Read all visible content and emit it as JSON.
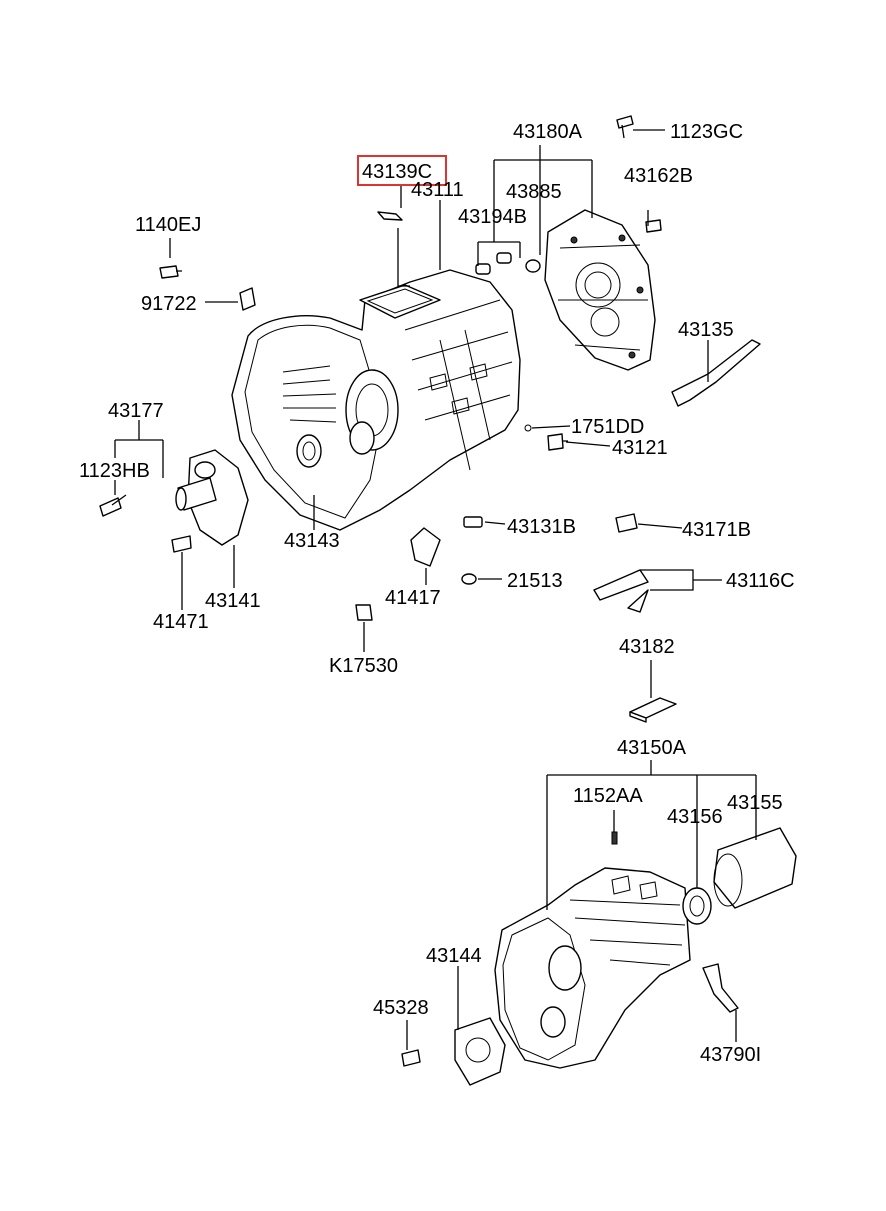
{
  "highlight_color": "#e0322f",
  "parts": {
    "p43180A": "43180A",
    "p1123GC": "1123GC",
    "p43139C": "43139C",
    "p43111": "43111",
    "p43885": "43885",
    "p43162B": "43162B",
    "p1140EJ": "1140EJ",
    "p43194B": "43194B",
    "p91722": "91722",
    "p43135": "43135",
    "p43177": "43177",
    "p1751DD": "1751DD",
    "p43121": "43121",
    "p1123HB": "1123HB",
    "p43131B": "43131B",
    "p43171B": "43171B",
    "p43143": "43143",
    "p21513": "21513",
    "p43116C": "43116C",
    "p41417": "41417",
    "p43141": "43141",
    "p41471": "41471",
    "pK17530": "K17530",
    "p43182": "43182",
    "p43150A": "43150A",
    "p1152AA": "1152AA",
    "p43155": "43155",
    "p43156": "43156",
    "p43144": "43144",
    "p45328": "45328",
    "p43790I": "43790I"
  }
}
